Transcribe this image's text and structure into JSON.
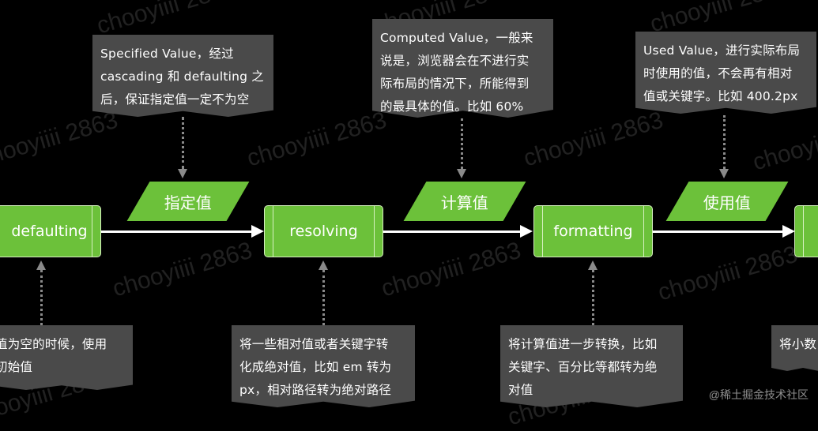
{
  "process_nodes": {
    "defaulting": "defaulting",
    "resolving": "resolving",
    "formatting": "formatting"
  },
  "data_nodes": {
    "specified": "指定值",
    "computed": "计算值",
    "used": "使用值"
  },
  "notes": {
    "specified": "Specified Value，经过\ncascading 和 defaulting 之\n后，保证指定值一定不为空",
    "computed": "Computed Value，一般来\n说是，浏览器会在不进行实\n际布局的情况下，所能得到\n的最具体的值。比如 60%",
    "used": "Used Value，进行实际布局\n时使用的值，不会再有相对\n值或关键字。比如 400.2px",
    "defaulting": "值为空的时候，使用\n初始值",
    "resolving": "将一些相对值或者关键字转\n化成绝对值，比如 em 转为\npx，相对路径转为绝对路径",
    "formatting": "将计算值进一步转换，比如\n关键字、百分比等都转为绝\n对值",
    "partial_right": "将小数"
  },
  "watermark": "chooyiiii 2863",
  "corner_mark": "@稀土掘金技术社区"
}
